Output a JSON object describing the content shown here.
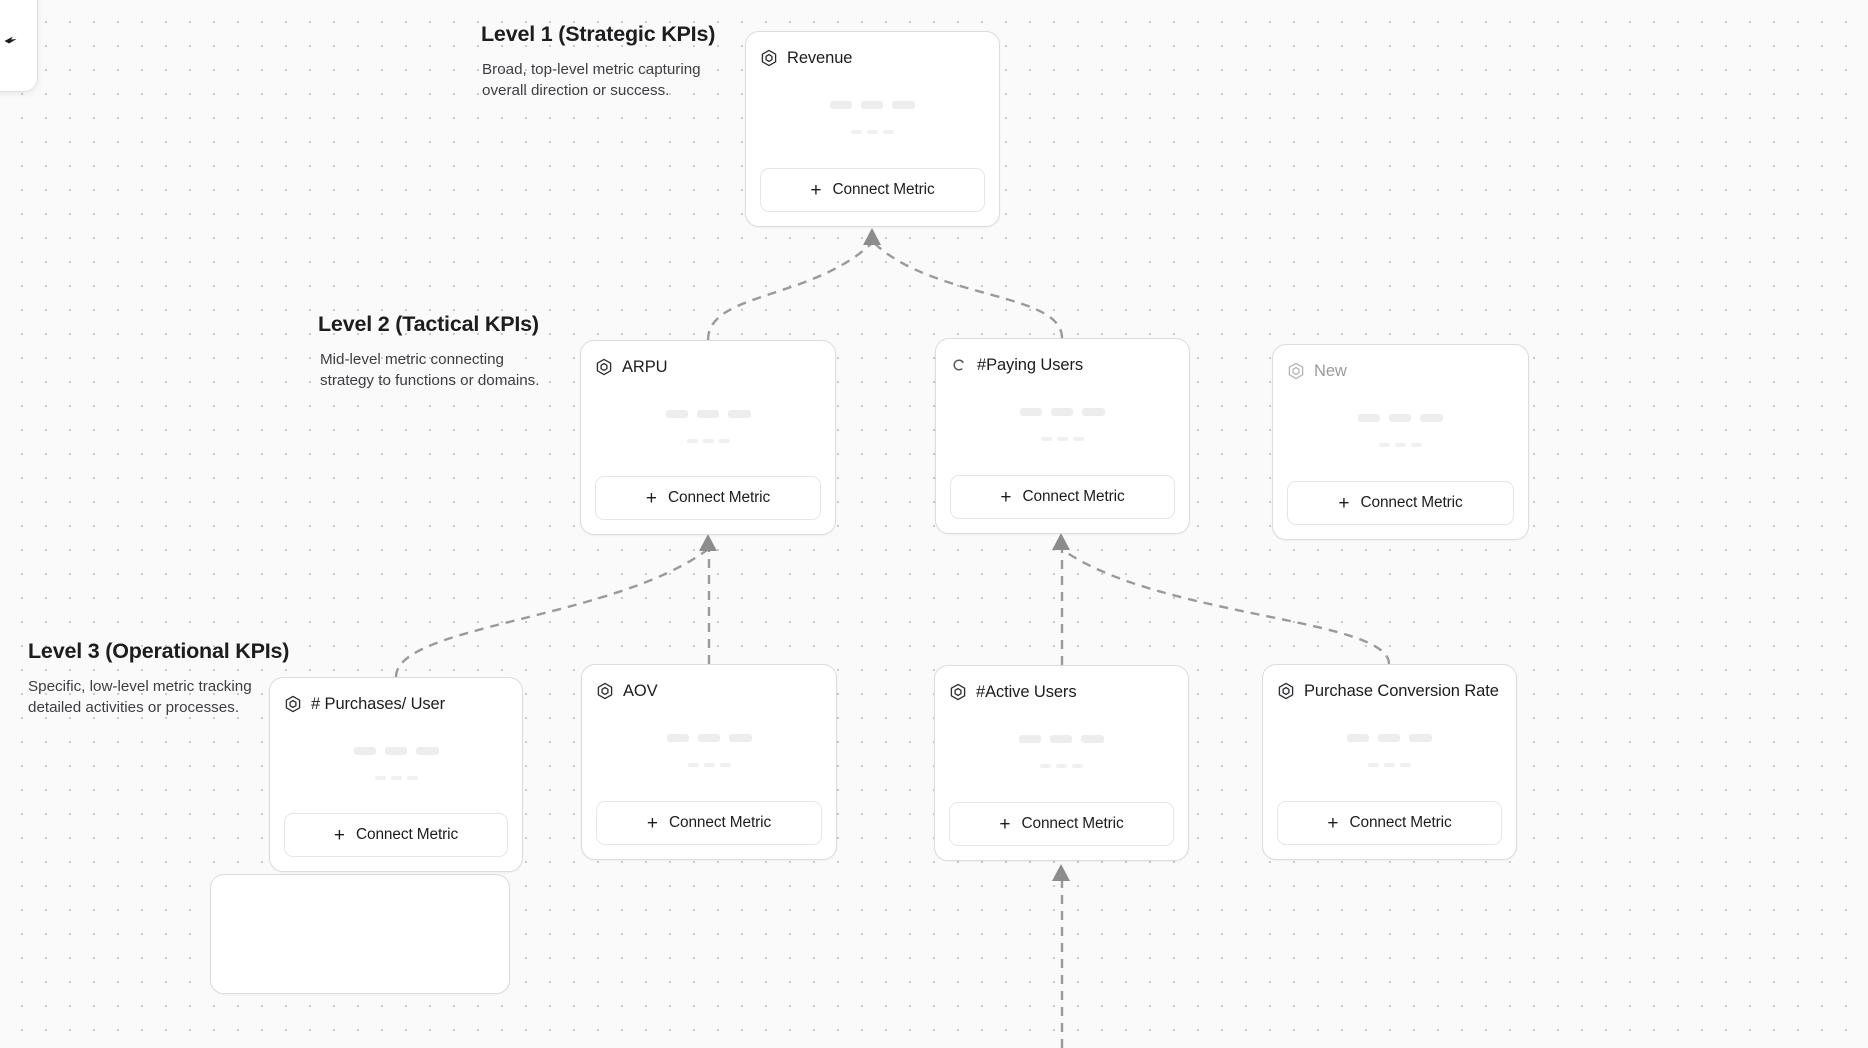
{
  "canvas": {
    "background_color": "#fafafa",
    "dot_color": "#c9c9c9",
    "edge_color": "#9a9a9a",
    "card_border_color": "#dcdcdc",
    "text_color": "#1d1d1f",
    "muted_text_color": "#9b9b9e"
  },
  "levels": [
    {
      "id": "level-1",
      "title": "Level 1 (Strategic KPIs)",
      "desc_line1": "Broad, top-level metric capturing",
      "desc_line2": "overall direction or success."
    },
    {
      "id": "level-2",
      "title": "Level 2 (Tactical KPIs)",
      "desc_line1": "Mid-level metric connecting",
      "desc_line2": "strategy to functions or domains."
    },
    {
      "id": "level-3",
      "title": "Level 3 (Operational KPIs)",
      "desc_line1": "Specific, low-level metric tracking",
      "desc_line2": "detailed activities or processes."
    }
  ],
  "connect_button": {
    "label": "Connect Metric",
    "plus": "+"
  },
  "cards": [
    {
      "id": "card-revenue",
      "title": "Revenue",
      "icon": "hexagon-metric-icon",
      "state": "normal"
    },
    {
      "id": "card-arpu",
      "title": "ARPU",
      "icon": "hexagon-metric-icon",
      "state": "normal"
    },
    {
      "id": "card-paying-users",
      "title": "#Paying Users",
      "icon": "loading-spinner-icon",
      "state": "loading"
    },
    {
      "id": "card-new",
      "title": "New",
      "icon": "hexagon-metric-icon",
      "state": "placeholder"
    },
    {
      "id": "card-purchases",
      "title": "# Purchases/ User",
      "icon": "hexagon-metric-icon",
      "state": "normal"
    },
    {
      "id": "card-aov",
      "title": "AOV",
      "icon": "hexagon-metric-icon",
      "state": "normal"
    },
    {
      "id": "card-active-users",
      "title": "#Active Users",
      "icon": "hexagon-metric-icon",
      "state": "normal"
    },
    {
      "id": "card-pcr",
      "title": "Purchase Conversion Rate",
      "icon": "hexagon-metric-icon",
      "state": "normal"
    }
  ],
  "edges": [
    {
      "from": "card-arpu",
      "to": "card-revenue"
    },
    {
      "from": "card-paying-users",
      "to": "card-revenue"
    },
    {
      "from": "card-purchases",
      "to": "card-arpu"
    },
    {
      "from": "card-aov",
      "to": "card-arpu"
    },
    {
      "from": "card-active-users",
      "to": "card-paying-users"
    },
    {
      "from": "card-pcr",
      "to": "card-paying-users"
    },
    {
      "from": "card-bottom-partial",
      "to": "card-active-users"
    }
  ]
}
